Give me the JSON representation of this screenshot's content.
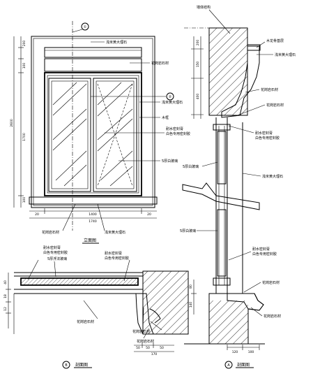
{
  "elevation": {
    "title": "立面图",
    "labels": {
      "marble_top": "浅米黄大理石",
      "marble_frame": "浅米黄大理石",
      "granite_frame": "花岗岩石材",
      "wood_frame": "木框",
      "sealant": "耐水密封膏\n白色专用密封胶",
      "glass": "5厚白玻璃",
      "granite_sill": "花岗岩石材"
    },
    "dims_left": [
      "200",
      "100",
      "1700",
      "100",
      "2600"
    ],
    "dims_bottom": [
      "20",
      "1400",
      "20",
      "1740"
    ],
    "section_marks": [
      "①",
      "②"
    ]
  },
  "plan_section": {
    "title": "剖面图",
    "marker": "B",
    "labels": {
      "sealant": "耐水密封膏\n白色专用密封胶",
      "glass": "5厚浮法玻璃",
      "sealant2": "耐水密封膏\n白色专用密封胶",
      "granite1": "花岗岩石材",
      "granite2": "花岗岩石材",
      "granite3": "花岗岩石材"
    },
    "dims_left": [
      "40",
      "18",
      "12"
    ],
    "dims_bottom": [
      "50",
      "50",
      "50",
      "170"
    ]
  },
  "vertical_section": {
    "title": "剖面图",
    "marker": "A",
    "labels": {
      "structure": "墙体结构",
      "wood_base": "木龙骨基层",
      "marble_top": "浅米黄大理石",
      "granite_head": "花岗岩石材",
      "granite_head2": "花岗岩石材",
      "sealant": "耐水密封膏\n白色专用密封胶",
      "glass": "5厚白玻璃",
      "marble_side": "浅米黄大理石",
      "glass2": "5厚白玻璃",
      "sealant2": "耐水密封膏\n白色专用密封胶",
      "granite_sill": "花岗岩石材",
      "granite_sill2": "花岗岩石材"
    },
    "dims_left": [
      "200",
      "150",
      "400",
      "80",
      "140"
    ],
    "dims_bottom": [
      "120",
      "100"
    ]
  }
}
